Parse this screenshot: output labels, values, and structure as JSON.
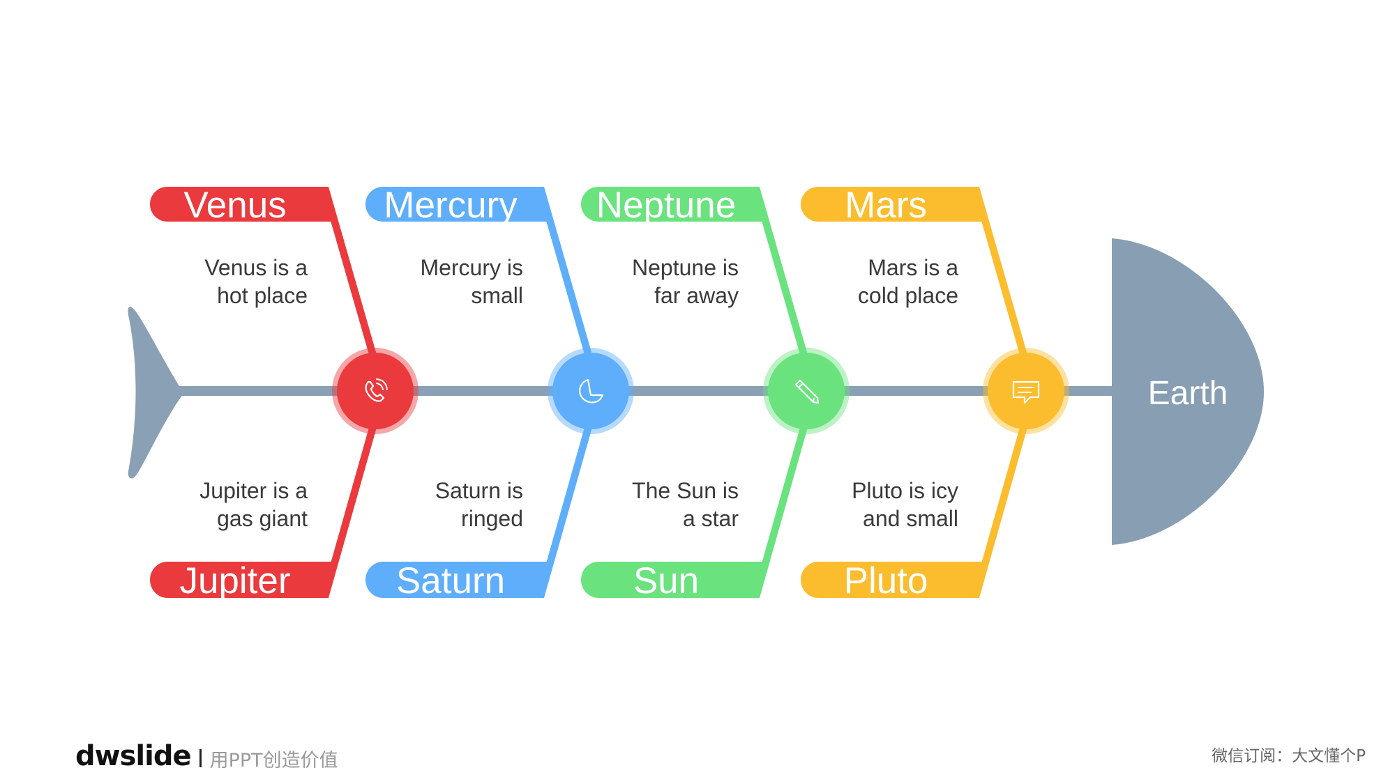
{
  "colors": {
    "spine": "#8aa0b4",
    "head": "#879eb3",
    "red": "#ea3a3d",
    "blue": "#5eaefc",
    "green": "#6ae37f",
    "yellow": "#fbbd2e",
    "description": "#3a3a3a"
  },
  "head": {
    "label": "Earth"
  },
  "branches": [
    {
      "color": "red",
      "icon": "phone-icon",
      "top": {
        "label": "Venus",
        "desc": [
          "Venus is a",
          "hot place"
        ]
      },
      "bottom": {
        "label": "Jupiter",
        "desc": [
          "Jupiter is a",
          "gas giant"
        ]
      }
    },
    {
      "color": "blue",
      "icon": "moon-clock-icon",
      "top": {
        "label": "Mercury",
        "desc": [
          "Mercury is",
          "small"
        ]
      },
      "bottom": {
        "label": "Saturn",
        "desc": [
          "Saturn is",
          "ringed"
        ]
      }
    },
    {
      "color": "green",
      "icon": "pencil-icon",
      "top": {
        "label": "Neptune",
        "desc": [
          "Neptune is",
          "far away"
        ]
      },
      "bottom": {
        "label": "Sun",
        "desc": [
          "The Sun is",
          "a star"
        ]
      }
    },
    {
      "color": "yellow",
      "icon": "chat-icon",
      "top": {
        "label": "Mars",
        "desc": [
          "Mars is a",
          "cold place"
        ]
      },
      "bottom": {
        "label": "Pluto",
        "desc": [
          "Pluto is icy",
          "and small"
        ]
      }
    }
  ],
  "footer": {
    "logo": "dwslide",
    "slogan": "用PPT创造价值",
    "right": "微信订阅：大文懂个P"
  }
}
